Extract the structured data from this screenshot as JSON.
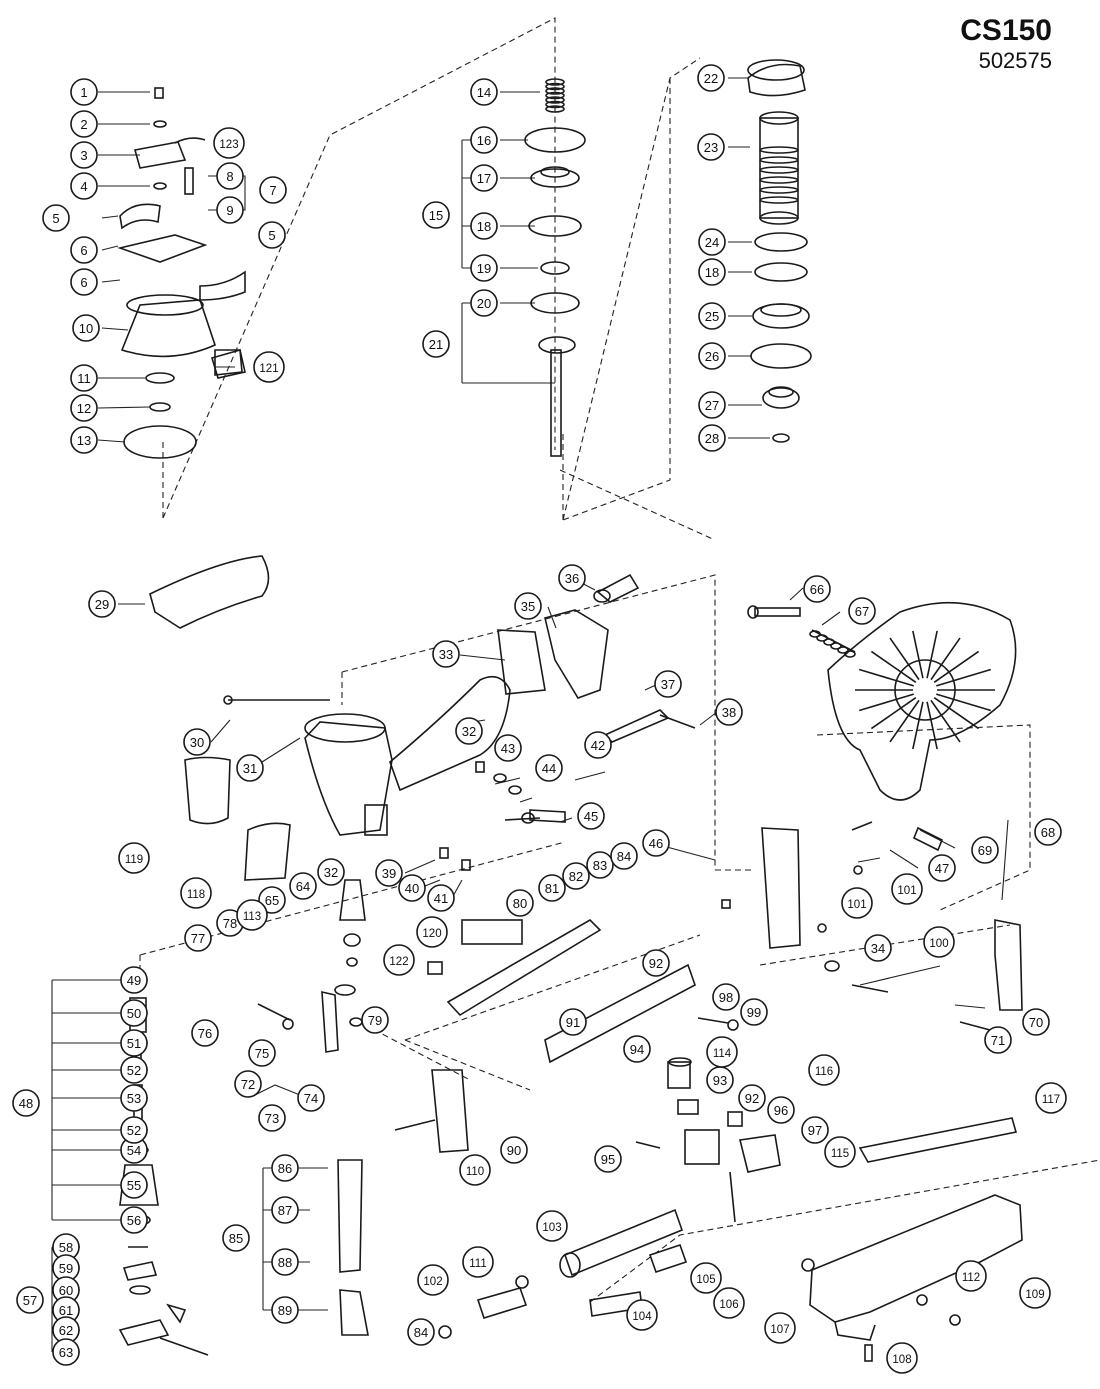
{
  "header": {
    "model": "CS150",
    "part_number": "502575"
  },
  "callouts": [
    "1",
    "2",
    "3",
    "4",
    "5",
    "6",
    "7",
    "8",
    "9",
    "10",
    "11",
    "12",
    "13",
    "14",
    "15",
    "16",
    "17",
    "18",
    "19",
    "20",
    "21",
    "22",
    "23",
    "24",
    "25",
    "26",
    "27",
    "28",
    "29",
    "30",
    "31",
    "32",
    "33",
    "34",
    "35",
    "36",
    "37",
    "38",
    "39",
    "40",
    "41",
    "42",
    "43",
    "44",
    "45",
    "46",
    "47",
    "48",
    "49",
    "50",
    "51",
    "52",
    "53",
    "54",
    "55",
    "56",
    "57",
    "58",
    "59",
    "60",
    "61",
    "62",
    "63",
    "64",
    "65",
    "66",
    "67",
    "68",
    "69",
    "70",
    "71",
    "72",
    "73",
    "74",
    "75",
    "76",
    "77",
    "78",
    "79",
    "80",
    "81",
    "82",
    "83",
    "84",
    "85",
    "86",
    "87",
    "88",
    "89",
    "90",
    "91",
    "92",
    "93",
    "94",
    "95",
    "96",
    "97",
    "98",
    "99",
    "100",
    "101",
    "102",
    "103",
    "104",
    "105",
    "106",
    "107",
    "108",
    "109",
    "110",
    "111",
    "112",
    "113",
    "114",
    "115",
    "116",
    "117",
    "118",
    "119",
    "120",
    "121",
    "122",
    "123"
  ]
}
